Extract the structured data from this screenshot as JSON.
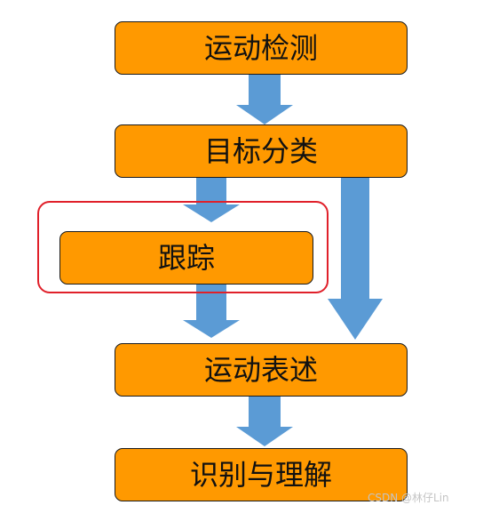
{
  "diagram": {
    "boxes": {
      "motion_detection": "运动检测",
      "object_classification": "目标分类",
      "tracking": "跟踪",
      "action_description": "运动表述",
      "recognition": "识别与理解"
    },
    "colors": {
      "box_fill": "#ff9900",
      "box_border": "#1a1a1a",
      "arrow_fill": "#5b9bd5",
      "highlight_border": "#e0202a"
    }
  },
  "watermark": "CSDN @林仔Lin"
}
